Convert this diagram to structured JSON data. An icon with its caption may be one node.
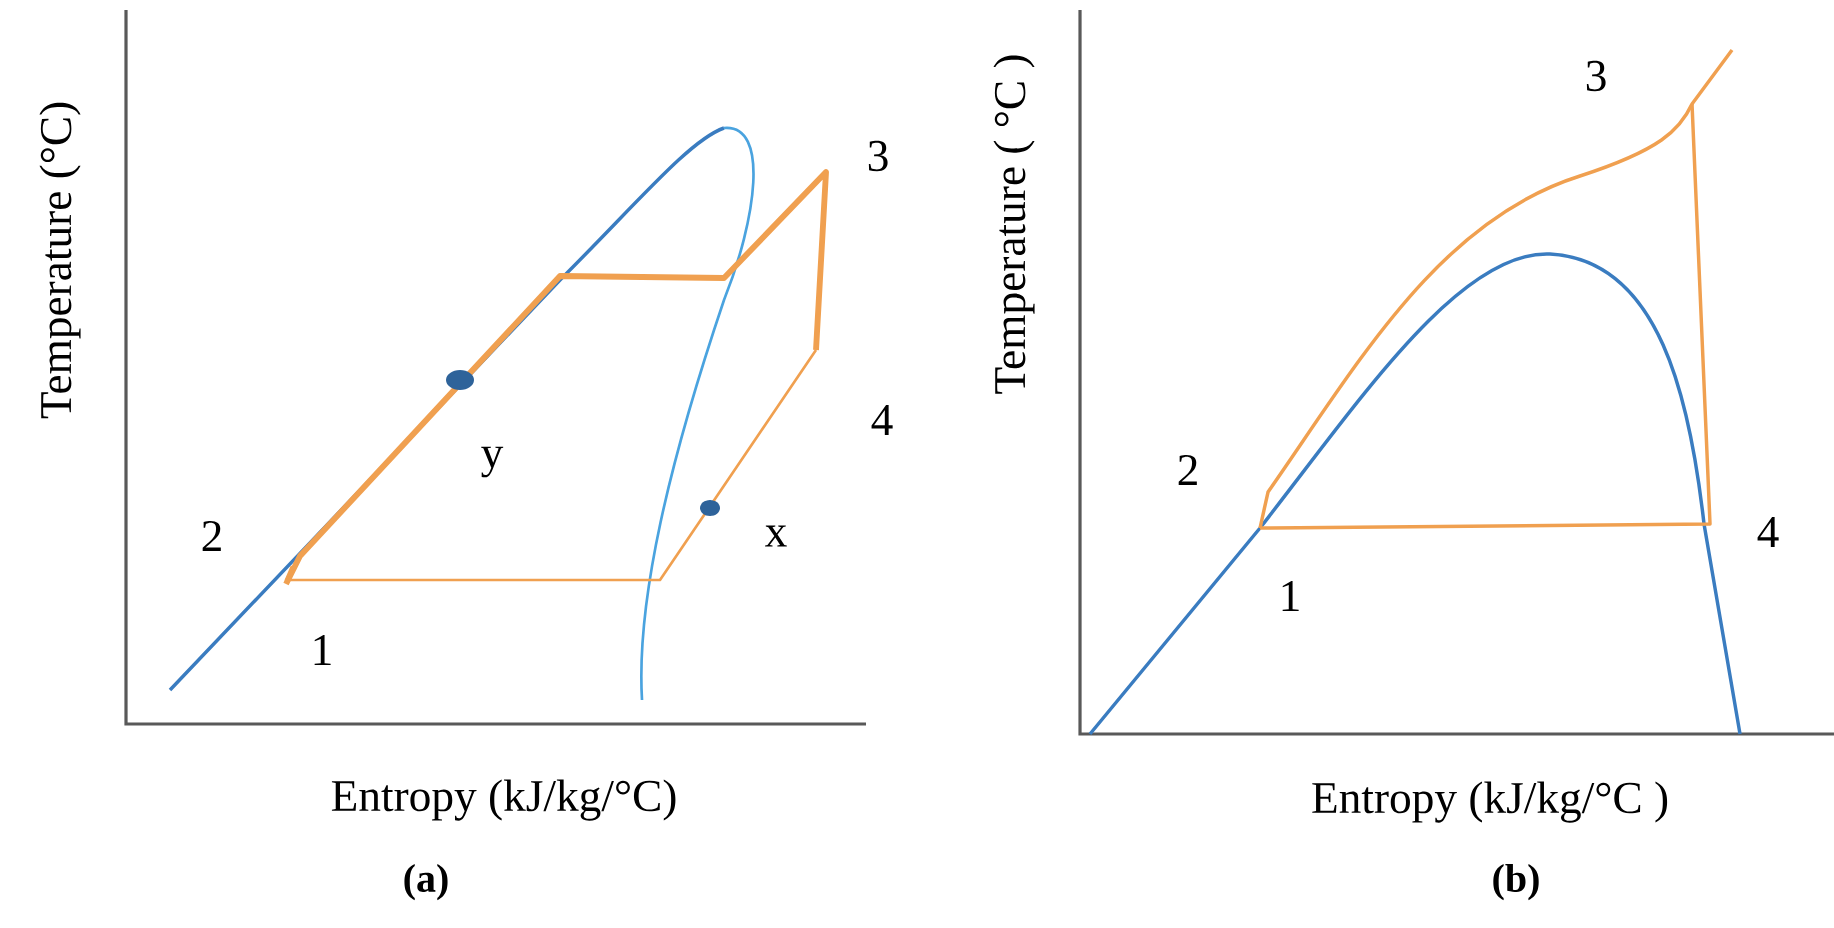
{
  "diagram": {
    "labels": [
      "Temperature (°C)",
      "3",
      "4",
      "y",
      "2",
      "x",
      "1",
      "Entropy (kJ/kg/°C)",
      "(a)",
      "Temperature ( °C )",
      "3",
      "2",
      "4",
      "1",
      "Entropy (kJ/kg/°C )",
      "(b)"
    ]
  }
}
